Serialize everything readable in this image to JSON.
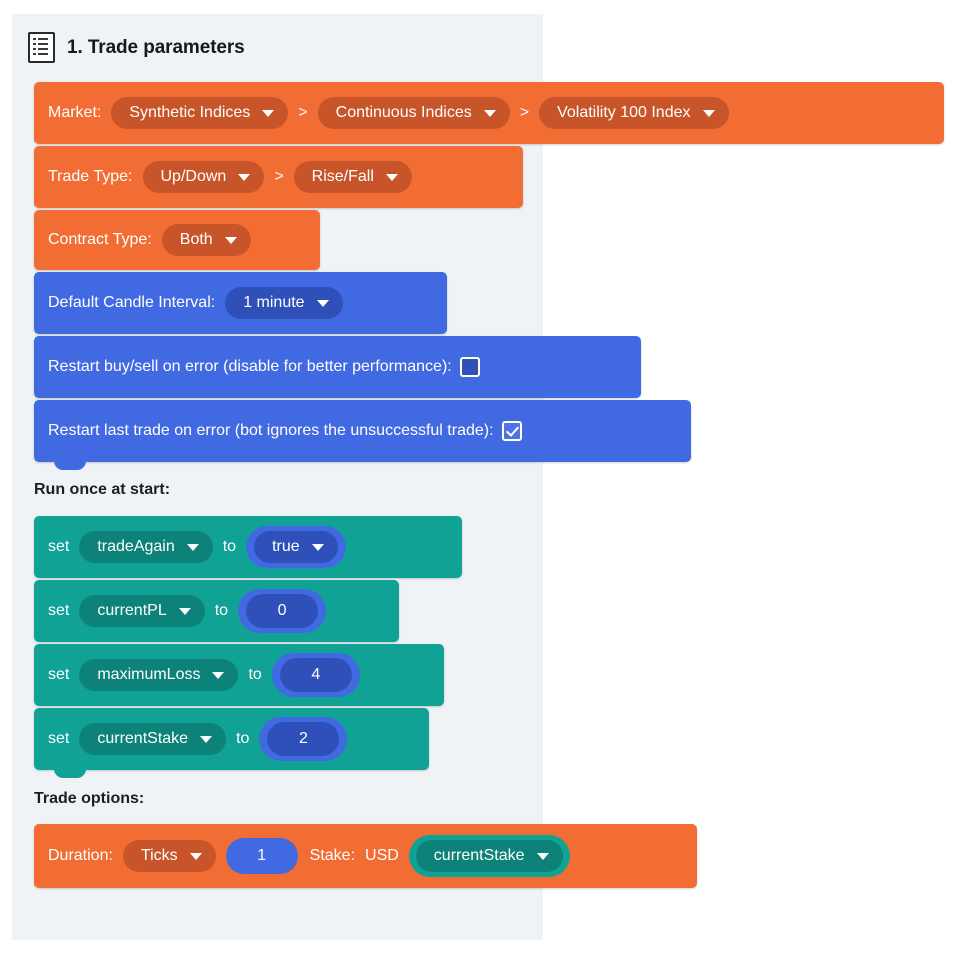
{
  "header": {
    "icon": "document-list-icon",
    "title": "1. Trade parameters"
  },
  "colors": {
    "orange": "#f26d34",
    "orange_field": "#c8552a",
    "blue": "#4169e1",
    "blue_field": "#2f50b8",
    "teal": "#11a296",
    "teal_field": "#0c8278",
    "panel": "#edf1f4",
    "background": "#ffffff"
  },
  "blocks": {
    "market": {
      "label": "Market:",
      "value1": "Synthetic Indices",
      "sep1": ">",
      "value2": "Continuous Indices",
      "sep2": ">",
      "value3": "Volatility 100 Index"
    },
    "trade_type": {
      "label": "Trade Type:",
      "value1": "Up/Down",
      "sep1": ">",
      "value2": "Rise/Fall"
    },
    "contract_type": {
      "label": "Contract Type:",
      "value1": "Both"
    },
    "candle_interval": {
      "label": "Default Candle Interval:",
      "value1": "1 minute"
    },
    "restart_buysell": {
      "label": "Restart buy/sell on error (disable for better performance):",
      "checked": false
    },
    "restart_last_trade": {
      "label": "Restart last trade on error (bot ignores the unsuccessful trade):",
      "checked": true
    }
  },
  "run_once": {
    "caption": "Run once at start:",
    "statements": [
      {
        "keyword": "set",
        "variable": "tradeAgain",
        "to": "to",
        "value": "true",
        "value_kind": "dropdown"
      },
      {
        "keyword": "set",
        "variable": "currentPL",
        "to": "to",
        "value": "0",
        "value_kind": "number"
      },
      {
        "keyword": "set",
        "variable": "maximumLoss",
        "to": "to",
        "value": "4",
        "value_kind": "number"
      },
      {
        "keyword": "set",
        "variable": "currentStake",
        "to": "to",
        "value": "2",
        "value_kind": "number"
      }
    ]
  },
  "trade_options": {
    "caption": "Trade options:",
    "duration_label": "Duration:",
    "duration_unit": "Ticks",
    "duration_value": "1",
    "stake_label": "Stake:",
    "currency": "USD",
    "stake_variable": "currentStake"
  }
}
